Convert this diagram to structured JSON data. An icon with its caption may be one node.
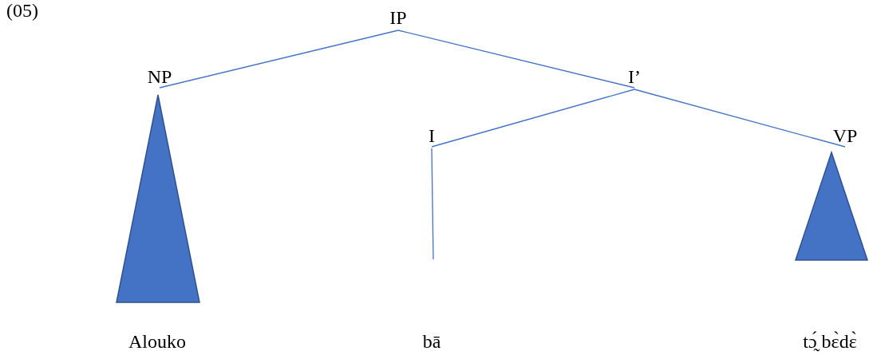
{
  "diagram": {
    "nodes": [
      {
        "text": [
          "IP"
        ]
      },
      {
        "text": [
          "NP"
        ]
      },
      {
        "text": [
          "I’"
        ]
      },
      {
        "text": [
          "I"
        ]
      },
      {
        "text": [
          "VP"
        ]
      },
      {
        "text": [],
        "shape": "triangle"
      },
      {
        "text": [],
        "shape": "triangle"
      }
    ],
    "edges": [
      {
        "from": 0,
        "to": 1,
        "arrow": "none"
      },
      {
        "from": 0,
        "to": 2,
        "arrow": "none"
      },
      {
        "from": 2,
        "to": 3,
        "arrow": "none"
      },
      {
        "from": 2,
        "to": 4,
        "arrow": "none"
      },
      {
        "from": 3,
        "to": null,
        "arrow": "none"
      }
    ],
    "labels": [
      "(05)",
      "Alouko",
      "bā",
      "tɔ̰́ bɛ̀dɛ̀"
    ]
  }
}
